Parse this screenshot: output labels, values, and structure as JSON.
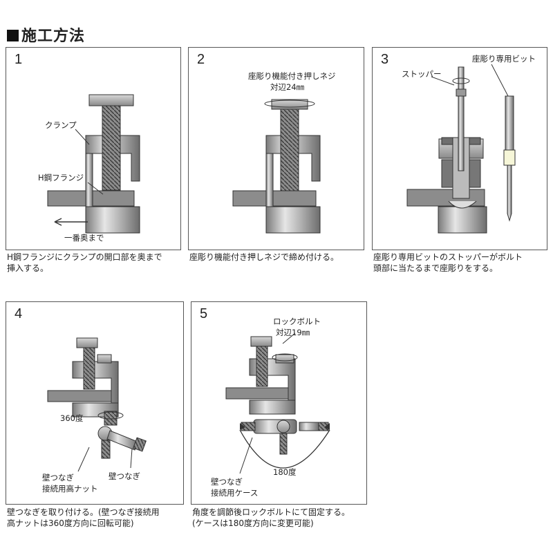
{
  "title": "施工方法",
  "steps": [
    {
      "number": "1",
      "labels": {
        "clamp": "クランプ",
        "flange": "H鋼フランジ",
        "deepest": "一番奥まで"
      },
      "caption": [
        "H鋼フランジにクランプの開口部を奥まで",
        "挿入する。"
      ]
    },
    {
      "number": "2",
      "labels": {
        "screw_name": "座彫り機能付き押しネジ",
        "screw_size": "対辺24㎜"
      },
      "caption": [
        "座彫り機能付き押しネジで締め付ける。"
      ]
    },
    {
      "number": "3",
      "labels": {
        "bit": "座彫り専用ビット",
        "stopper": "ストッパー"
      },
      "caption": [
        "座彫り専用ビットのストッパーがボルト",
        "頭部に当たるまで座彫りをする。"
      ]
    },
    {
      "number": "4",
      "labels": {
        "rotation": "360度",
        "nut_1": "壁つなぎ",
        "nut_2": "接続用高ナット",
        "tie": "壁つなぎ"
      },
      "caption": [
        "壁つなぎを取り付ける。(壁つなぎ接続用",
        "高ナットは360度方向に回転可能)"
      ]
    },
    {
      "number": "5",
      "labels": {
        "lockbolt": "ロックボルト",
        "lockbolt_size": "対辺19㎜",
        "angle": "180度",
        "case_1": "壁つなぎ",
        "case_2": "接続用ケース"
      },
      "caption": [
        "角度を調節後ロックボルトにて固定する。",
        "(ケースは180度方向に変更可能)"
      ]
    }
  ]
}
